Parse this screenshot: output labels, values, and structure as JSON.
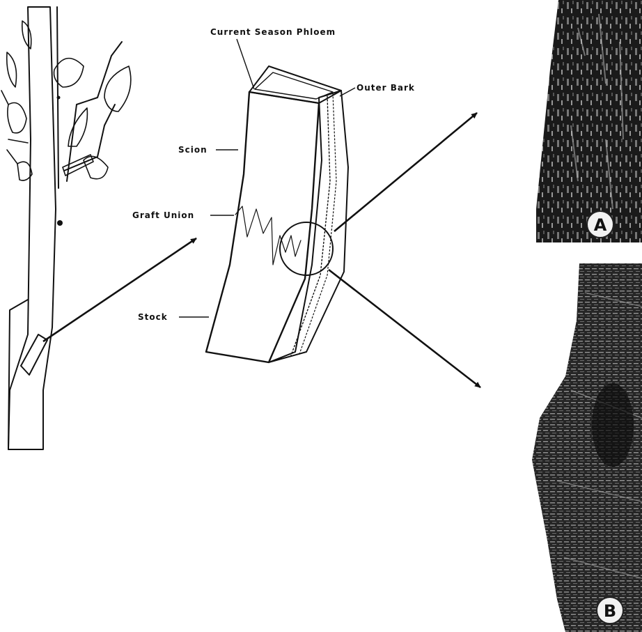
{
  "labels": {
    "phloem": "Current Season Phloem",
    "outer_bark": "Outer Bark",
    "scion": "Scion",
    "graft_union": "Graft Union",
    "stock": "Stock"
  },
  "panels": {
    "a": "A",
    "b": "B"
  }
}
